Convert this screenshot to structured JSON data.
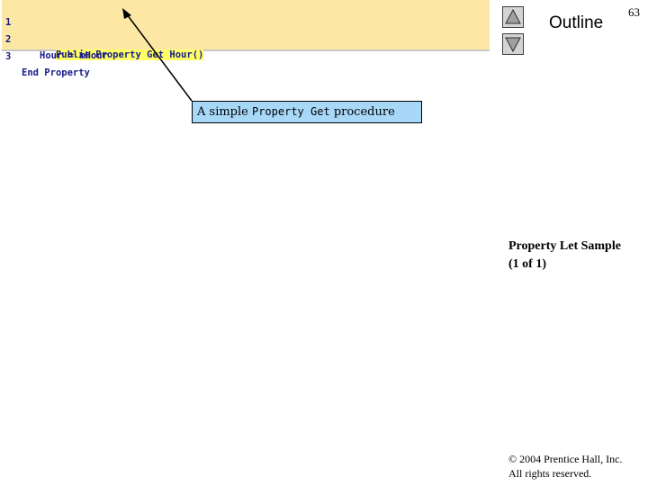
{
  "code_listing": {
    "lines": [
      {
        "number": "1",
        "parts": [
          "Public",
          "Property",
          "Get",
          "Hour()"
        ]
      },
      {
        "number": "2",
        "parts": [
          "Hour = m",
          "Hour"
        ]
      },
      {
        "number": "3",
        "parts": [
          "End",
          "Property"
        ]
      }
    ]
  },
  "nav": {
    "up_icon": "triangle-up-icon",
    "down_icon": "triangle-down-icon",
    "outline_label": "Outline",
    "page_number": "63"
  },
  "callout": {
    "prefix": "A simple ",
    "code": "Property Get",
    "suffix": " procedure"
  },
  "side": {
    "title_line1": "Property Let Sample",
    "title_line2": "(1 of 1)"
  },
  "footer": {
    "copyright_line1": "© 2004 Prentice Hall, Inc.",
    "copyright_line2": "All rights reserved."
  },
  "colors": {
    "code_background": "#fde7a4",
    "highlight": "#ffff66",
    "callout_background": "#a8d8f8",
    "keyword": "#1a1a8c"
  }
}
